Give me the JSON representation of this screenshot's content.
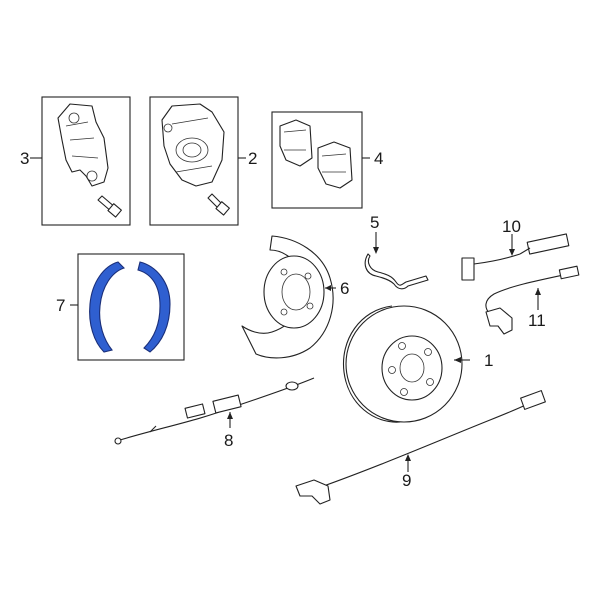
{
  "diagram": {
    "highlight_color": "#2f5fd0",
    "callouts": [
      {
        "id": "1",
        "label": "1"
      },
      {
        "id": "2",
        "label": "2"
      },
      {
        "id": "3",
        "label": "3"
      },
      {
        "id": "4",
        "label": "4"
      },
      {
        "id": "5",
        "label": "5"
      },
      {
        "id": "6",
        "label": "6"
      },
      {
        "id": "7",
        "label": "7"
      },
      {
        "id": "8",
        "label": "8"
      },
      {
        "id": "9",
        "label": "9"
      },
      {
        "id": "10",
        "label": "10"
      },
      {
        "id": "11",
        "label": "11"
      }
    ],
    "highlighted_part": "7"
  }
}
